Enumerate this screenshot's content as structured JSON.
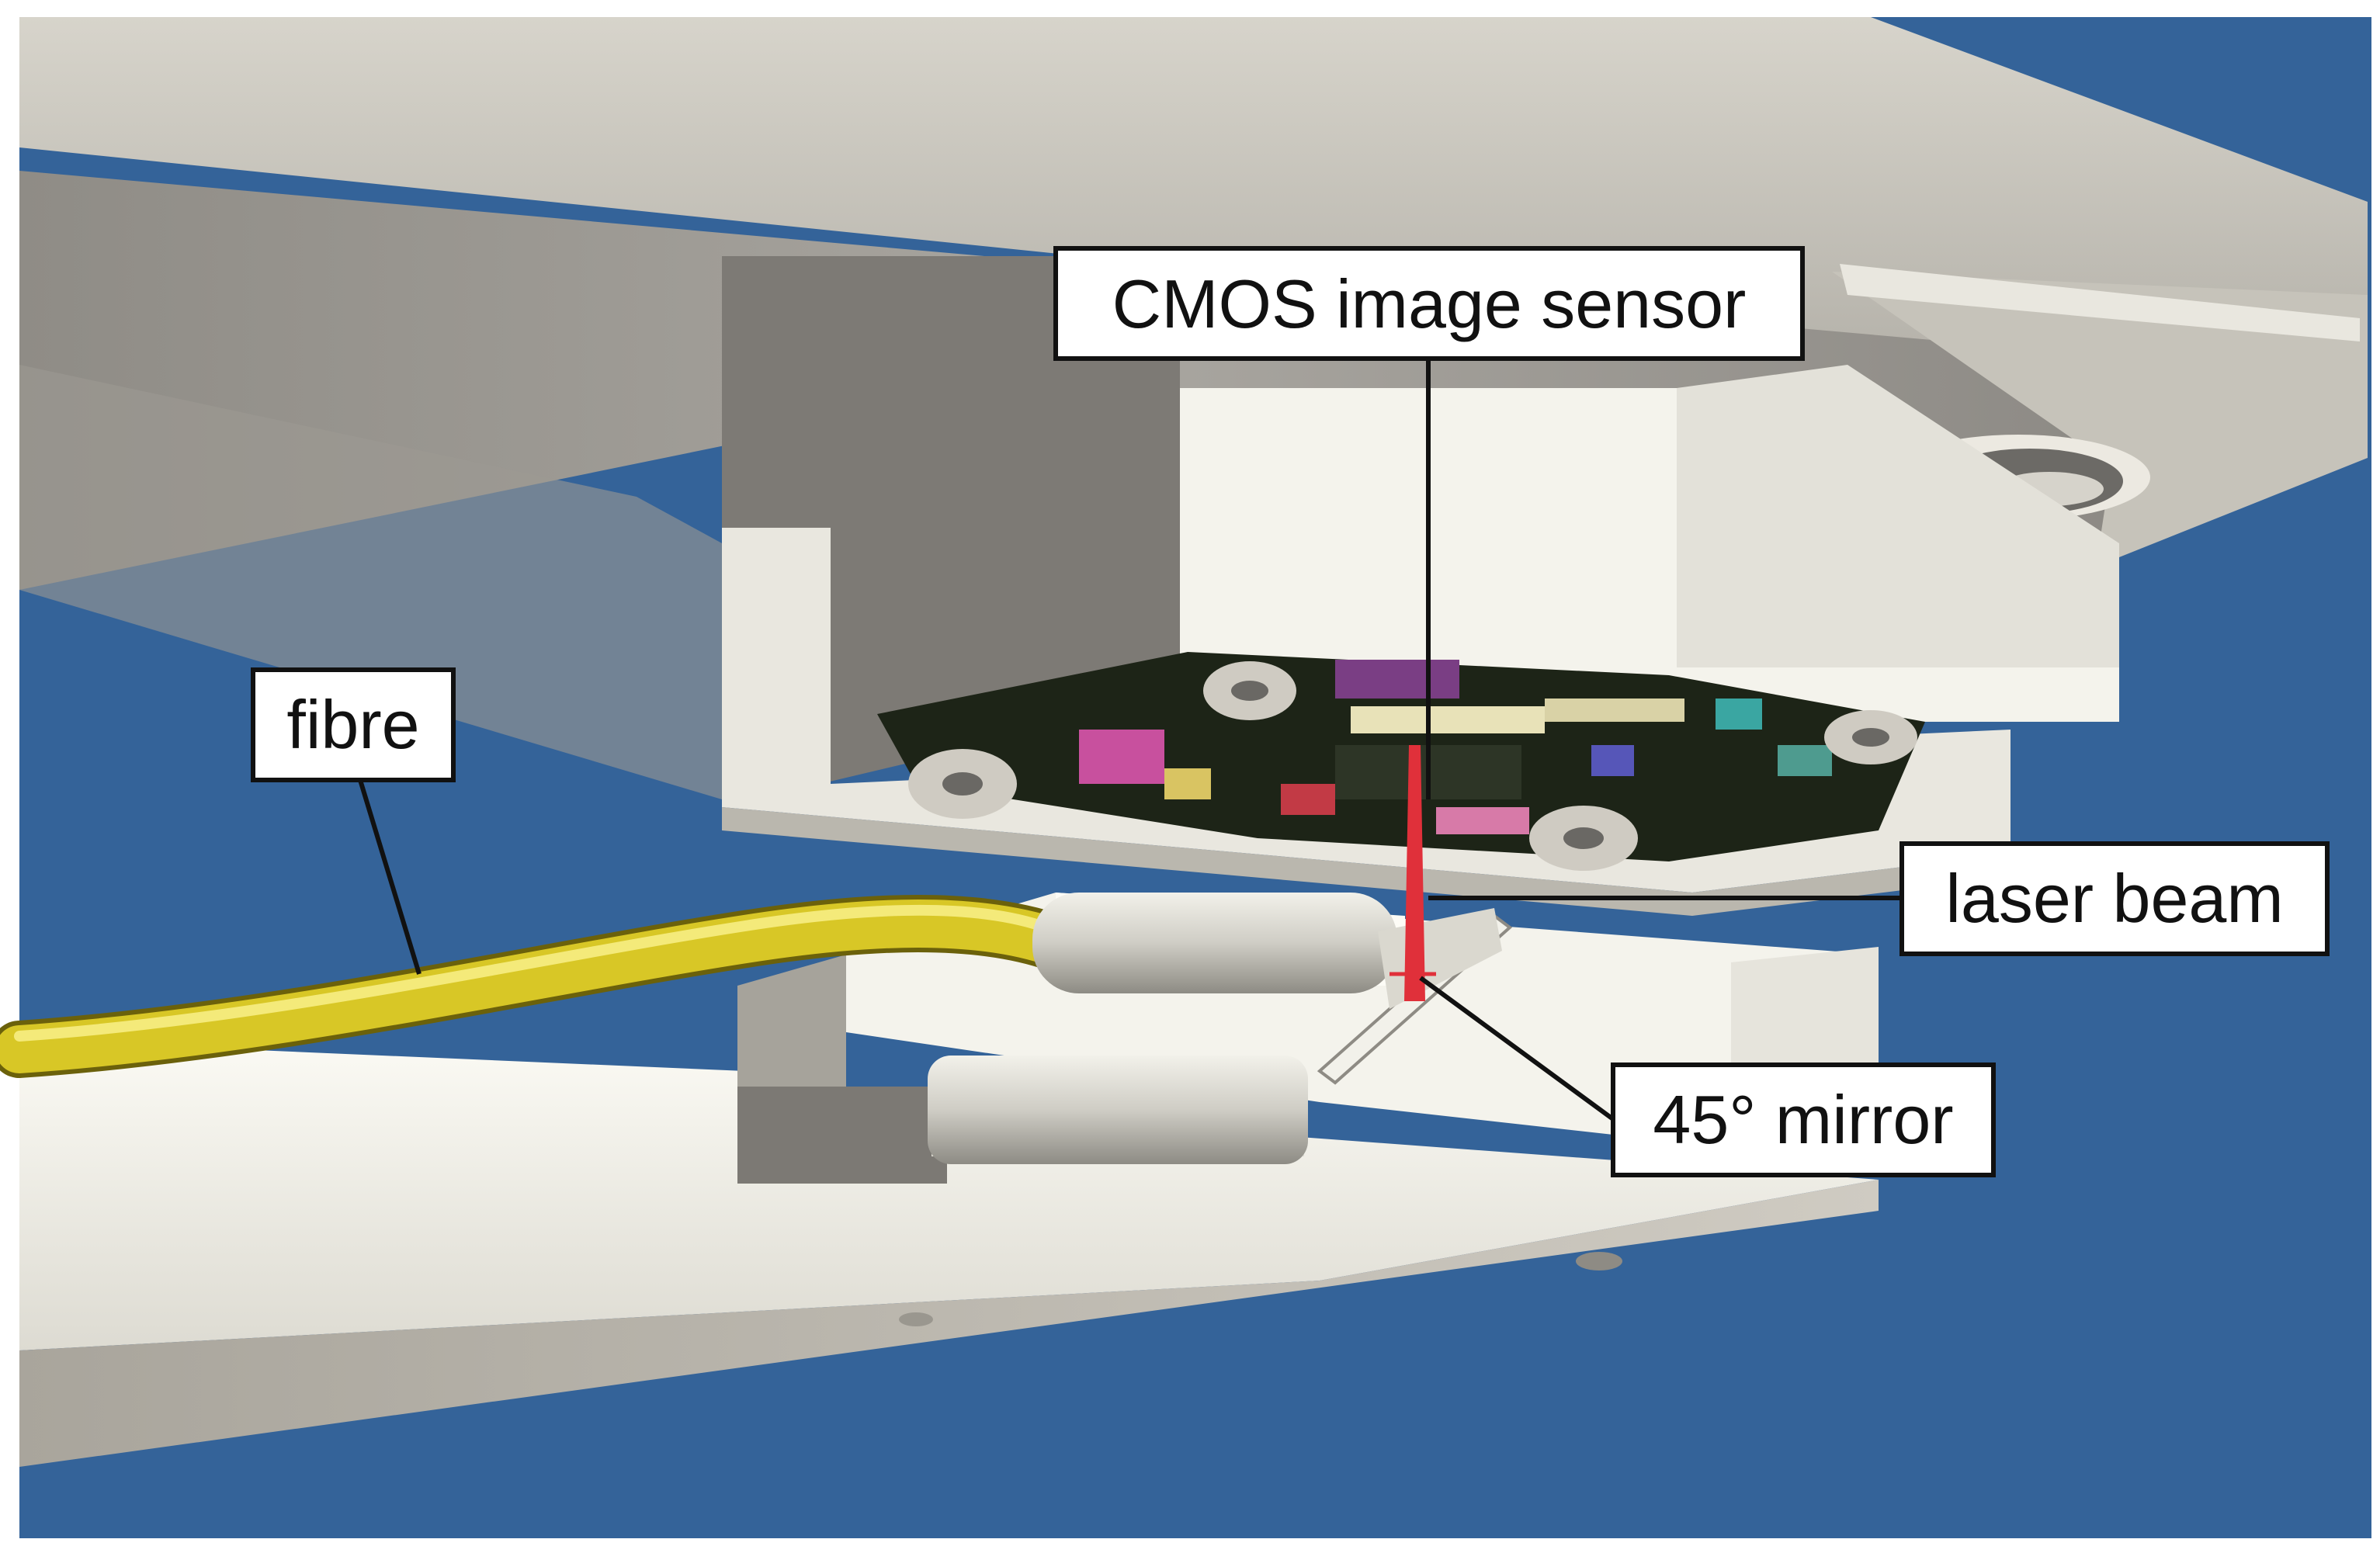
{
  "labels": {
    "sensor": "CMOS image sensor",
    "fibre": "fibre",
    "laser": "laser beam",
    "mirror": "45° mirror"
  },
  "colors": {
    "background": "#346399",
    "housing_light": "#c9c6bd",
    "housing_shadow": "#8f8c86",
    "housing_white": "#f4f3ec",
    "fibre": "#d8c726",
    "laser": "#e0303a",
    "pcb": "#1d2417"
  }
}
